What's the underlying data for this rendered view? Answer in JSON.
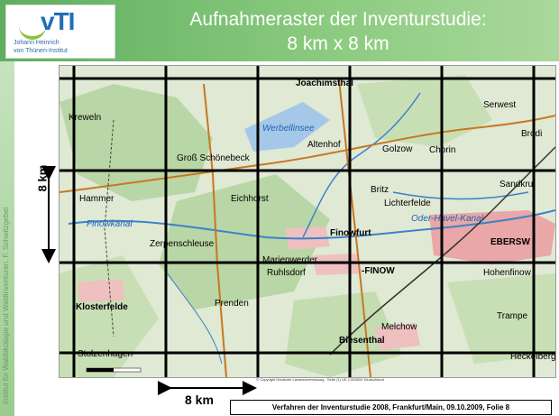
{
  "header": {
    "logo_text": "vTI",
    "logo_sub1": "Johann Heinrich",
    "logo_sub2": "von Thünen-Institut",
    "title_line1": "Aufnahmeraster der Inventurstudie:",
    "title_line2": "8 km x 8 km"
  },
  "sidebar": {
    "vertical_text": "Institut für Waldökologie und Waldinventuren, F. Schwitzgebel"
  },
  "scale": {
    "vertical": "8 km",
    "horizontal": "8 km"
  },
  "map": {
    "labels": [
      {
        "text": "Joachimsthal",
        "style": "b"
      },
      {
        "text": "Kreweln",
        "style": ""
      },
      {
        "text": "Groß Schönebeck",
        "style": ""
      },
      {
        "text": "Werbellinsee",
        "style": "i"
      },
      {
        "text": "Altenhof",
        "style": ""
      },
      {
        "text": "Golzow",
        "style": ""
      },
      {
        "text": "Chorin",
        "style": ""
      },
      {
        "text": "Serwest",
        "style": ""
      },
      {
        "text": "Brodi",
        "style": ""
      },
      {
        "text": "Hammer",
        "style": ""
      },
      {
        "text": "Eichhorst",
        "style": ""
      },
      {
        "text": "Britz",
        "style": ""
      },
      {
        "text": "Lichterfelde",
        "style": ""
      },
      {
        "text": "Sandkru",
        "style": ""
      },
      {
        "text": "Finowkanal",
        "style": "i"
      },
      {
        "text": "Zerpenschleuse",
        "style": ""
      },
      {
        "text": "Finowfurt",
        "style": "b"
      },
      {
        "text": "EBERSW",
        "style": "b"
      },
      {
        "text": "Marienwerder",
        "style": ""
      },
      {
        "text": "Ruhlsdorf",
        "style": ""
      },
      {
        "text": "-FINOW",
        "style": "b"
      },
      {
        "text": "Hohenfinow",
        "style": ""
      },
      {
        "text": "Prenden",
        "style": ""
      },
      {
        "text": "Klosterfelde",
        "style": "b"
      },
      {
        "text": "Melchow",
        "style": ""
      },
      {
        "text": "Trampe",
        "style": ""
      },
      {
        "text": "Stolzenhagen",
        "style": ""
      },
      {
        "text": "Biesenthal",
        "style": "b"
      },
      {
        "text": "Heckelberg",
        "style": ""
      },
      {
        "text": "Oder-Havel-Kanal",
        "style": "i"
      }
    ],
    "copyright": "© Copyright Deutsche Landesvermessung - Seite (1) UK 1:500000 Deutschland"
  },
  "footer": {
    "text": "Verfahren der Inventurstudie 2008, Frankfurt/Main, 09.10.2009,  Folie 8"
  },
  "colors": {
    "header_green": "#5fae5f",
    "grid_line": "#000000",
    "forest": "#b9d6a6",
    "water": "#3b82c9",
    "urban": "#e9a7a7"
  }
}
